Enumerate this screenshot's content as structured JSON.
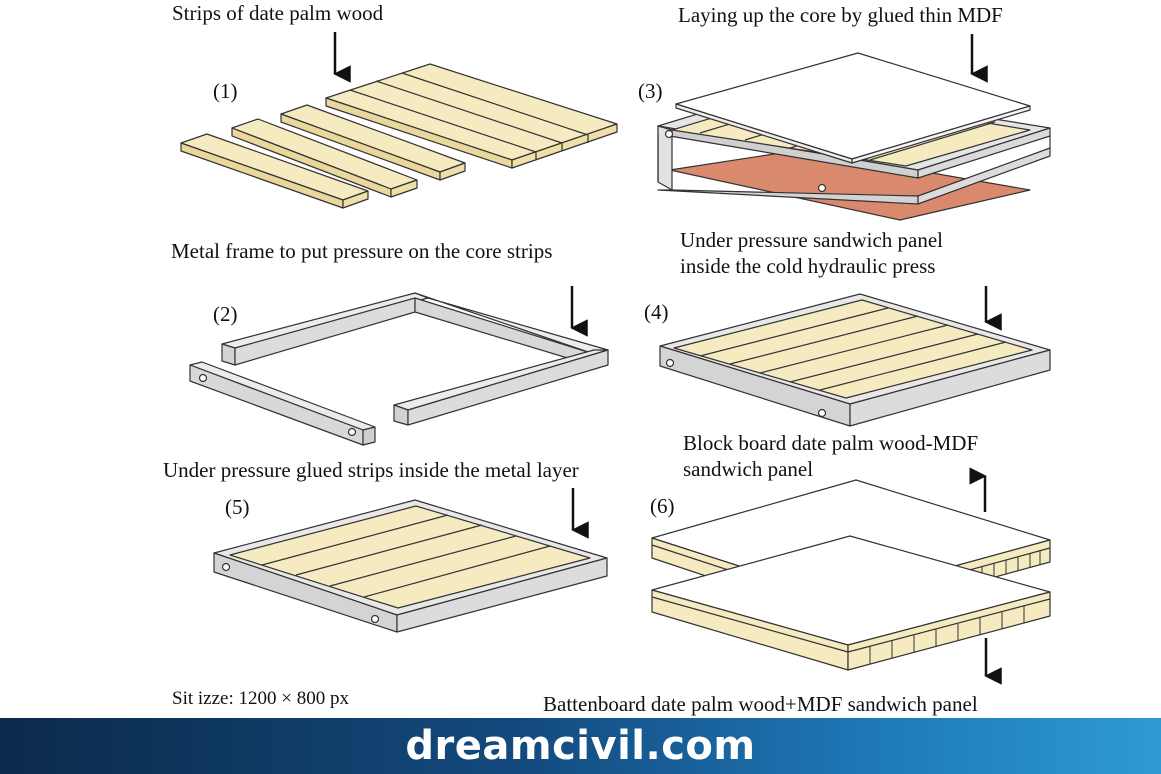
{
  "labels": {
    "step1": "Strips of date palm wood",
    "step2": "Metal frame to put pressure on the core strips",
    "step3": "Laying up the core by glued thin MDF",
    "step4_line1": "Under pressure sandwich panel",
    "step4_line2": "inside the cold hydraulic press",
    "step5": "Under pressure glued strips inside the metal layer",
    "step6_line1": "Block board date palm wood-MDF",
    "step6_line2": "sandwich panel",
    "bottom": "Battenboard date palm wood+MDF sandwich panel",
    "size_note": "Sit izze: 1200 × 800 px"
  },
  "numbers": {
    "n1": "(1)",
    "n2": "(2)",
    "n3": "(3)",
    "n4": "(4)",
    "n5": "(5)",
    "n6": "(6)"
  },
  "banner": {
    "text": "dreamcivil.com"
  },
  "colors": {
    "wood": "#f6ebc0",
    "metal": "#e6e6e6",
    "mdf_bottom": "#d98a6e",
    "banner": "#134a7e"
  }
}
